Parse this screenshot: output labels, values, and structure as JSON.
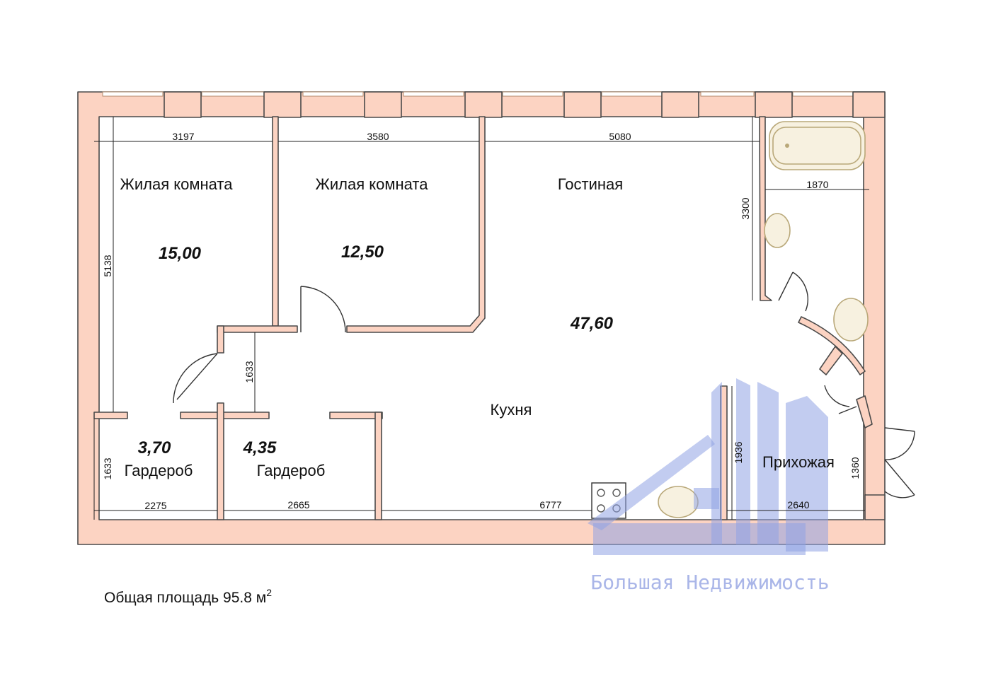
{
  "rooms": {
    "bedroom1": {
      "label": "Жилая комната",
      "area": "15,00"
    },
    "bedroom2": {
      "label": "Жилая комната",
      "area": "12,50"
    },
    "living": {
      "label": "Гостиная",
      "area": "47,60"
    },
    "kitchen": {
      "label": "Кухня"
    },
    "wardrobe1": {
      "label": "Гардероб",
      "area": "3,70"
    },
    "wardrobe2": {
      "label": "Гардероб",
      "area": "4,35"
    },
    "hallway": {
      "label": "Прихожая"
    }
  },
  "dimensions": {
    "bedroom1_width": "3197",
    "bedroom2_width": "3580",
    "living_width": "5080",
    "bath_width": "1870",
    "living_depth": "3300",
    "bedroom1_depth": "5138",
    "corridor_depth": "1633",
    "wardrobe1_depth": "1633",
    "wardrobe1_width": "2275",
    "wardrobe2_width": "2665",
    "kitchen_width": "6777",
    "hallway_depth": "1936",
    "hallway_width": "2640",
    "entrance_width": "1360"
  },
  "footer": {
    "total_label": "Общая площадь 95.8 м",
    "total_sup": "2"
  },
  "watermark": {
    "text": "Большая Недвижимость"
  },
  "colors": {
    "wall_fill": "#fcd3c2",
    "watermark": "#8fa2e4"
  }
}
